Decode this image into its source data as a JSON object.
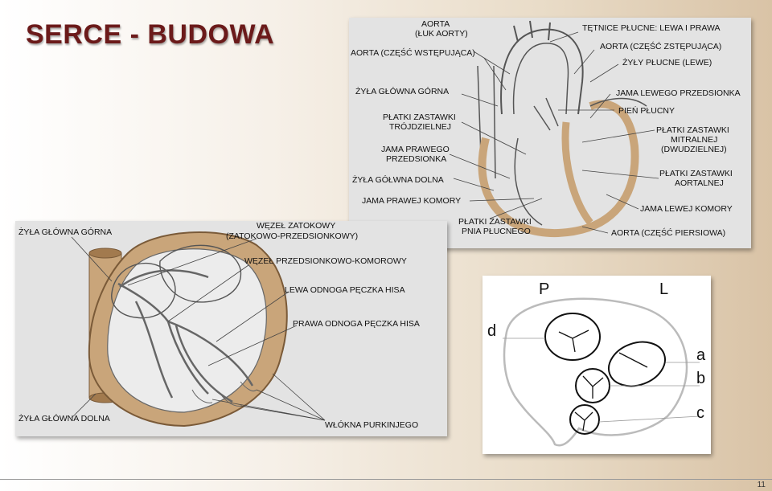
{
  "title": "SERCE - BUDOWA",
  "page_number": "11",
  "top_diagram": {
    "labels": {
      "aorta_luk_1": "AORTA",
      "aorta_luk_2": "(ŁUK AORTY)",
      "tetnice": "TĘTNICE PŁUCNE: LEWA I PRAWA",
      "aorta_wstepujaca": "AORTA (CZĘŚĆ WSTĘPUJĄCA)",
      "aorta_zstepujaca": "AORTA (CZĘŚĆ ZSTĘPUJĄCA)",
      "zyly_plucne": "ŻYŁY PŁUCNE (LEWE)",
      "zyla_glowna_gorna": "ŻYŁA GŁÓWNA GÓRNA",
      "jama_lewego_przedsionka": "JAMA LEWEGO PRZEDSIONKA",
      "platki_trojdzielnej_1": "PŁATKI ZASTAWKI",
      "platki_trojdzielnej_2": "TRÓJDZIELNEJ",
      "pien_plucny": "PIEŃ PŁUCNY",
      "platki_mitralnej_1": "PŁATKI ZASTAWKI",
      "platki_mitralnej_2": "MITRALNEJ",
      "platki_mitralnej_3": "(DWUDZIELNEJ)",
      "jama_prawego_1": "JAMA PRAWEGO",
      "jama_prawego_2": "PRZEDSIONKA",
      "zyla_glowna_dolna": "ŻYŁA GÓŁWNA DOLNA",
      "platki_aortalnej_1": "PŁATKI ZASTAWKI",
      "platki_aortalnej_2": "AORTALNEJ",
      "jama_prawej_komory": "JAMA PRAWEJ KOMORY",
      "jama_lewej_komory": "JAMA LEWEJ KOMORY",
      "platki_pnia_1": "PŁATKI ZASTAWKI",
      "platki_pnia_2": "PNIA PŁUCNEGO",
      "aorta_piersiowa": "AORTA (CZĘŚĆ PIERSIOWA)"
    }
  },
  "left_diagram": {
    "labels": {
      "zyla_glowna_gorna": "ŻYŁA GŁÓWNA GÓRNA",
      "wezel_zatokowy_1": "WĘZEŁ ZATOKOWY",
      "wezel_zatokowy_2": "(ZATOKOWO-PRZEDSIONKOWY)",
      "wezel_pk": "WĘZEŁ PRZEDSIONKOWO-KOMOROWY",
      "lewa_odnoga": "LEWA ODNOGA PĘCZKA HISA",
      "prawa_odnoga": "PRAWA ODNOGA PĘCZKA HISA",
      "zyla_glowna_dolna": "ŻYŁA GŁÓWNA DOLNA",
      "wlokna_purkinjego": "WŁÓKNA PURKINJEGO"
    }
  },
  "valve_diagram": {
    "labels": {
      "P": "P",
      "L": "L",
      "d": "d",
      "a": "a",
      "b": "b",
      "c": "c"
    }
  },
  "colors": {
    "title": "#6b1a1a",
    "muscle": "#c9a57a",
    "muscle_dark": "#a27a4e"
  }
}
